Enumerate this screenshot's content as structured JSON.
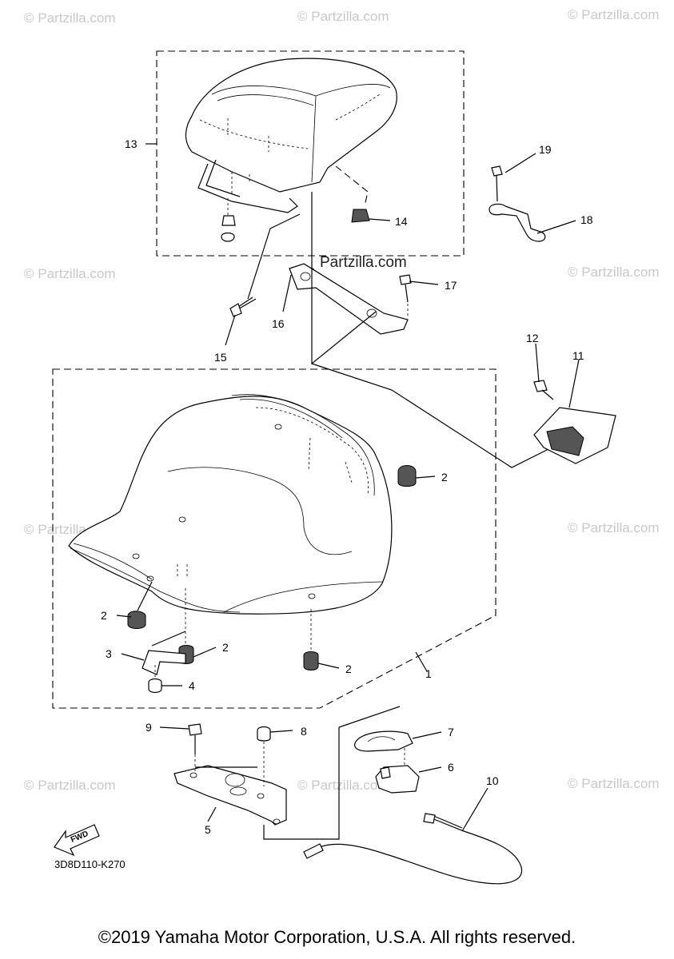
{
  "watermark": "© Partzilla.com",
  "brand_label": "Partzilla.com",
  "diagram_code": "3D8D110-K270",
  "fwd_label": "FWD",
  "copyright": "©2019 Yamaha Motor Corporation, U.S.A. All rights reserved.",
  "callouts": {
    "c1": "1",
    "c2a": "2",
    "c2b": "2",
    "c2c": "2",
    "c2d": "2",
    "c3": "3",
    "c4": "4",
    "c5": "5",
    "c6": "6",
    "c7": "7",
    "c8": "8",
    "c9": "9",
    "c10": "10",
    "c11": "11",
    "c12": "12",
    "c13": "13",
    "c14": "14",
    "c15": "15",
    "c16": "16",
    "c17": "17",
    "c18": "18",
    "c19": "19"
  }
}
